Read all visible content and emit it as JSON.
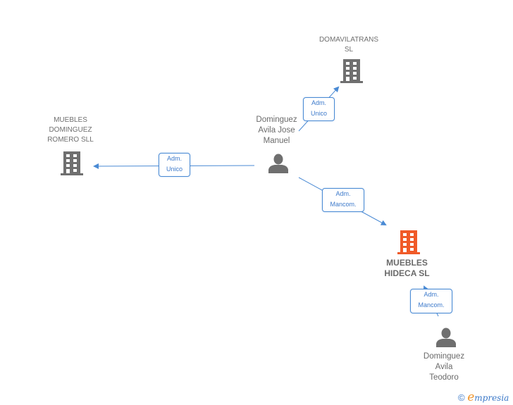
{
  "nodes": {
    "domavilatrans": {
      "label_line1": "DOMAVILATRANS",
      "label_line2": "SL",
      "type": "company",
      "icon": "building-icon"
    },
    "muebles_dominguez": {
      "label_line1": "MUEBLES",
      "label_line2": "DOMINGUEZ",
      "label_line3": "ROMERO SLL",
      "type": "company",
      "icon": "building-icon"
    },
    "jose_manuel": {
      "label_line1": "Dominguez",
      "label_line2": "Avila Jose",
      "label_line3": "Manuel",
      "type": "person",
      "icon": "person-icon"
    },
    "muebles_hideca": {
      "label_line1": "MUEBLES",
      "label_line2": "HIDECA SL",
      "type": "company-focus",
      "icon": "building-icon"
    },
    "teodoro": {
      "label_line1": "Dominguez",
      "label_line2": "Avila",
      "label_line3": "Teodoro",
      "type": "person",
      "icon": "person-icon"
    }
  },
  "edges": [
    {
      "from": "jose_manuel",
      "to": "domavilatrans",
      "line1": "Adm.",
      "line2": "Unico"
    },
    {
      "from": "jose_manuel",
      "to": "muebles_dominguez",
      "line1": "Adm.",
      "line2": "Unico"
    },
    {
      "from": "jose_manuel",
      "to": "muebles_hideca",
      "line1": "Adm.",
      "line2": "Mancom."
    },
    {
      "from": "teodoro",
      "to": "muebles_hideca",
      "line1": "Adm.",
      "line2": "Mancom."
    }
  ],
  "colors": {
    "company": "#6f6f6f",
    "focus": "#f05a28",
    "edge": "#4a8ad4",
    "person": "#6f6f6f"
  },
  "footer": {
    "copyright": "©",
    "brand_initial": "e",
    "brand_rest": "mpresia"
  }
}
